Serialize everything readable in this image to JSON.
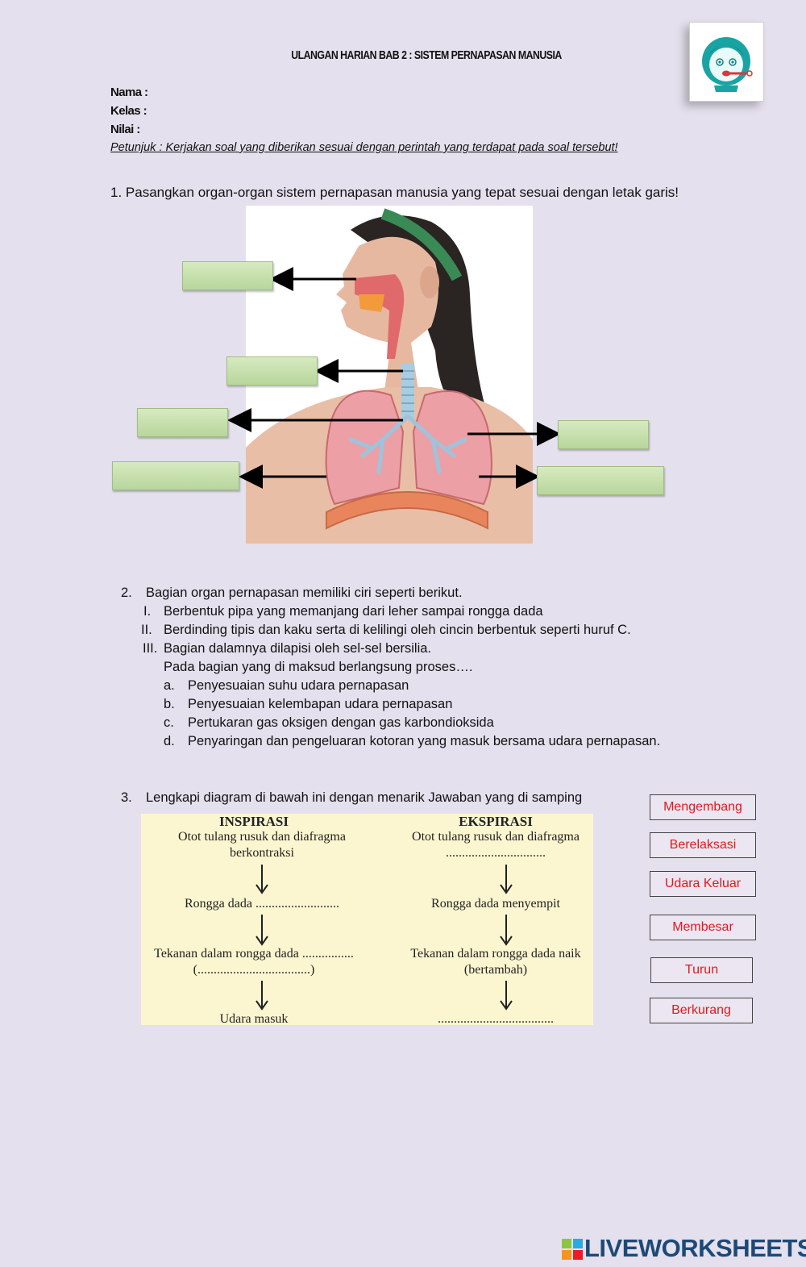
{
  "header": {
    "title": "ULANGAN HARIAN BAB 2 : SISTEM PERNAPASAN MANUSIA",
    "fields": [
      "Nama :",
      "Kelas :",
      "Nilai :"
    ],
    "instruction": "Petunjuk : Kerjakan soal yang diberikan sesuai dengan perintah yang terdapat pada soal tersebut!"
  },
  "q1": {
    "text": "1.  Pasangkan organ-organ sistem pernapasan manusia yang tepat sesuai dengan letak garis!"
  },
  "q2": {
    "number": "2.",
    "intro": "Bagian organ pernapasan memiliki ciri seperti berikut.",
    "statements": [
      {
        "num": "I.",
        "text": "Berbentuk pipa yang memanjang dari leher sampai rongga dada"
      },
      {
        "num": "II.",
        "text": "Berdinding tipis dan kaku serta di kelilingi oleh cincin berbentuk seperti huruf C."
      },
      {
        "num": "III.",
        "text": "Bagian dalamnya dilapisi oleh sel-sel bersilia."
      }
    ],
    "prompt": "Pada bagian yang di maksud berlangsung proses….",
    "options": [
      {
        "letter": "a.",
        "text": "Penyesuaian suhu udara pernapasan"
      },
      {
        "letter": "b.",
        "text": "Penyesuaian kelembapan udara pernapasan"
      },
      {
        "letter": "c.",
        "text": "Pertukaran gas oksigen dengan gas karbondioksida"
      },
      {
        "letter": "d.",
        "text": "Penyaringan dan pengeluaran kotoran yang masuk bersama udara pernapasan."
      }
    ]
  },
  "q3": {
    "number": "3.",
    "text": "Lengkapi diagram di bawah ini dengan menarik Jawaban yang di samping",
    "inspirasi": {
      "heading": "INSPIRASI",
      "step1a": "Otot tulang rusuk dan diafragma",
      "step1b": "berkontraksi",
      "step2": "Rongga dada ..........................",
      "step3a": "Tekanan dalam rongga dada ................",
      "step3b": "(...................................)",
      "step4": "Udara masuk"
    },
    "ekspirasi": {
      "heading": "EKSPIRASI",
      "step1a": "Otot tulang rusuk dan diafragma",
      "step1b": "...............................",
      "step2": "Rongga dada menyempit",
      "step3a": "Tekanan dalam rongga dada naik",
      "step3b": "(bertambah)",
      "step4": "...................................."
    },
    "answers": [
      "Mengembang",
      "Berelaksasi",
      "Udara Keluar",
      "Membesar",
      "Turun",
      "Berkurang"
    ]
  },
  "footer": {
    "brand": "LIVEWORKSHEETS"
  },
  "colors": {
    "page_bg": "#e5e0ed",
    "answer_text": "#e0191f",
    "drop_zone": "#c6e0ad",
    "diagram_bg": "#fcf6d0",
    "brand": "#1c4a78"
  }
}
